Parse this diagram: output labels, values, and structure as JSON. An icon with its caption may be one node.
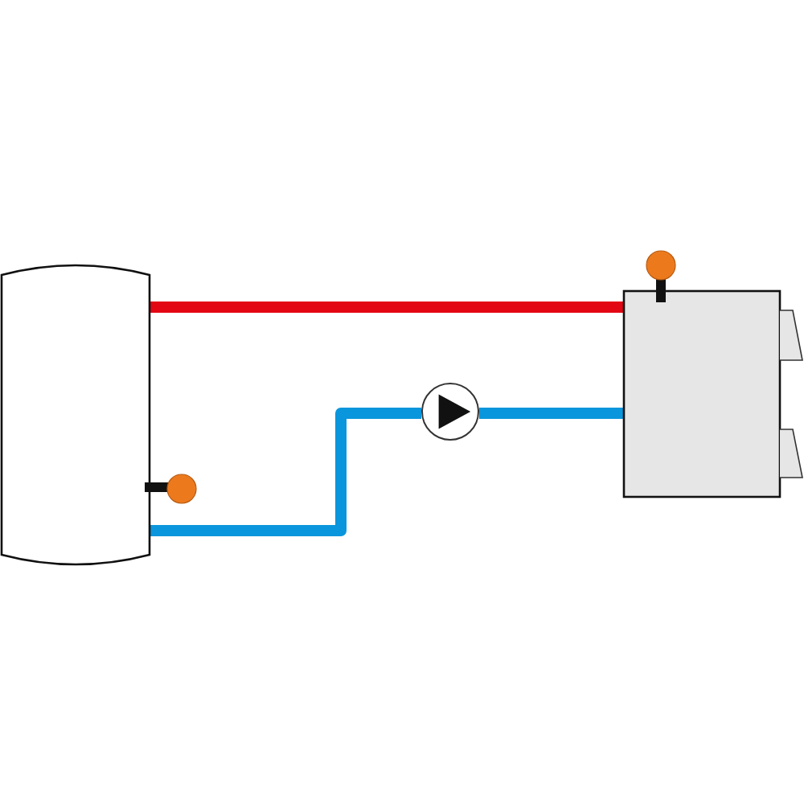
{
  "diagram": {
    "nodes": [
      {
        "text": [],
        "shape": "cylinder"
      },
      {
        "text": [],
        "shape": "circle"
      },
      {
        "text": [],
        "shape": "box"
      }
    ],
    "edges": [
      {
        "from": 0,
        "to": 2,
        "arrow": "none",
        "color": "#e30613"
      },
      {
        "from": 0,
        "to": 1,
        "arrow": "none"
      },
      {
        "from": 1,
        "to": 2,
        "arrow": "none"
      }
    ]
  }
}
